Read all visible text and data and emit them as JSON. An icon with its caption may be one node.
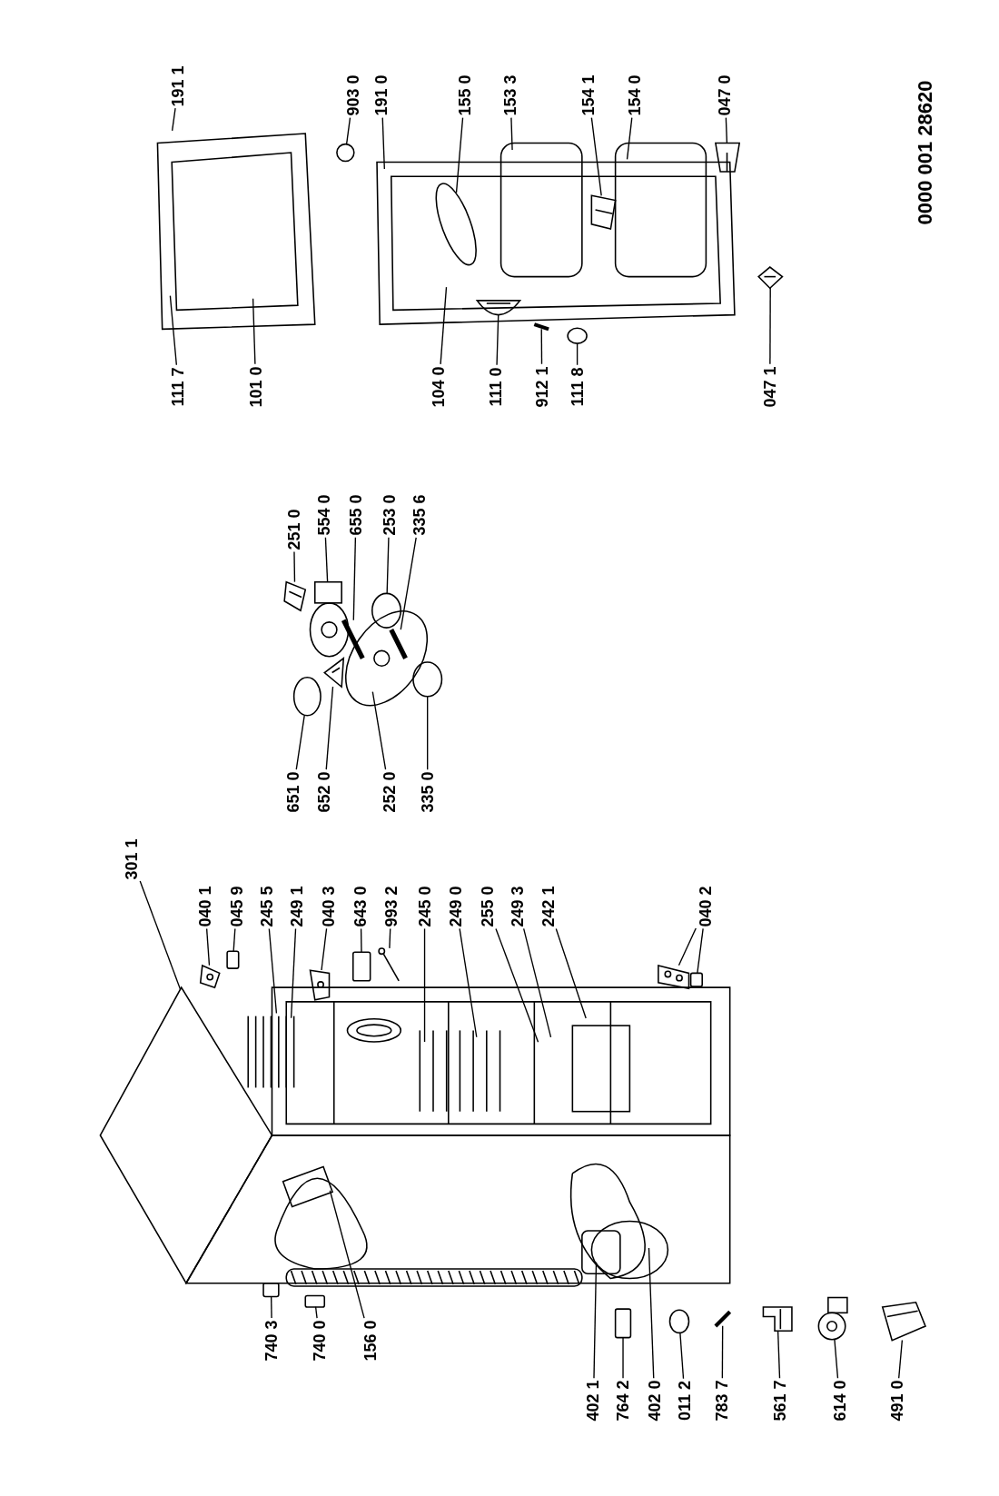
{
  "diagram": {
    "nodes": [
      {
        "text": [
          "301 1"
        ]
      },
      {
        "text": [
          "040 1"
        ]
      },
      {
        "text": [
          "045 9"
        ]
      },
      {
        "text": [
          "245 5"
        ]
      },
      {
        "text": [
          "249 1"
        ]
      },
      {
        "text": [
          "040 3"
        ]
      },
      {
        "text": [
          "643 0"
        ]
      },
      {
        "text": [
          "993 2"
        ]
      },
      {
        "text": [
          "245 0"
        ]
      },
      {
        "text": [
          "249 0"
        ]
      },
      {
        "text": [
          "255 0"
        ]
      },
      {
        "text": [
          "249 3"
        ]
      },
      {
        "text": [
          "242 1"
        ]
      },
      {
        "text": [
          "040 2"
        ]
      },
      {
        "text": [
          "740 3"
        ]
      },
      {
        "text": [
          "740 0"
        ]
      },
      {
        "text": [
          "156 0"
        ]
      },
      {
        "text": [
          "402 1"
        ]
      },
      {
        "text": [
          "764 2"
        ]
      },
      {
        "text": [
          "402 0"
        ]
      },
      {
        "text": [
          "011 2"
        ]
      },
      {
        "text": [
          "783 7"
        ]
      },
      {
        "text": [
          "561 7"
        ]
      },
      {
        "text": [
          "614 0"
        ]
      },
      {
        "text": [
          "491 0"
        ]
      },
      {
        "text": [
          "651 0"
        ]
      },
      {
        "text": [
          "652 0"
        ]
      },
      {
        "text": [
          "252 0"
        ]
      },
      {
        "text": [
          "335 0"
        ]
      },
      {
        "text": [
          "251 0"
        ]
      },
      {
        "text": [
          "554 0"
        ]
      },
      {
        "text": [
          "655 0"
        ]
      },
      {
        "text": [
          "253 0"
        ]
      },
      {
        "text": [
          "335 6"
        ]
      },
      {
        "text": [
          "191 1"
        ]
      },
      {
        "text": [
          "903 0"
        ]
      },
      {
        "text": [
          "191 0"
        ]
      },
      {
        "text": [
          "155 0"
        ]
      },
      {
        "text": [
          "153 3"
        ]
      },
      {
        "text": [
          "154 1"
        ]
      },
      {
        "text": [
          "154 0"
        ]
      },
      {
        "text": [
          "047 0"
        ]
      },
      {
        "text": [
          "111 7"
        ]
      },
      {
        "text": [
          "101 0"
        ]
      },
      {
        "text": [
          "104 0"
        ]
      },
      {
        "text": [
          "111 0"
        ]
      },
      {
        "text": [
          "912 1"
        ]
      },
      {
        "text": [
          "111 8"
        ]
      },
      {
        "text": [
          "047 1"
        ]
      },
      {
        "text": [],
        "shape": "picture"
      },
      {
        "text": [],
        "shape": "box"
      },
      {
        "text": [],
        "shape": "picture"
      },
      {
        "text": [],
        "shape": "box"
      },
      {
        "text": [],
        "shape": "picture"
      },
      {
        "text": [],
        "shape": "picture"
      },
      {
        "text": [],
        "shape": "box"
      },
      {
        "text": [],
        "shape": "box"
      },
      {
        "text": [],
        "shape": "box"
      },
      {
        "text": [],
        "shape": "box"
      },
      {
        "text": [],
        "shape": "circle"
      },
      {
        "text": [],
        "shape": "picture"
      },
      {
        "text": [],
        "shape": "picture"
      },
      {
        "text": [],
        "shape": "picture"
      },
      {
        "text": [],
        "shape": "picture"
      },
      {
        "text": [],
        "shape": "circle"
      },
      {
        "text": [],
        "shape": "picture"
      },
      {
        "text": [],
        "shape": "circle"
      },
      {
        "text": [],
        "shape": "picture"
      },
      {
        "text": [],
        "shape": "picture"
      },
      {
        "text": [],
        "shape": "picture"
      },
      {
        "text": [],
        "shape": "circle"
      },
      {
        "text": [],
        "shape": "picture"
      },
      {
        "text": [],
        "shape": "circle"
      },
      {
        "text": [],
        "shape": "picture"
      },
      {
        "text": [],
        "shape": "picture"
      },
      {
        "text": [],
        "shape": "picture"
      },
      {
        "text": [],
        "shape": "picture"
      },
      {
        "text": [],
        "shape": "circle"
      },
      {
        "text": [],
        "shape": "picture"
      }
    ],
    "edges": [
      {
        "from": 0,
        "to": null,
        "arrow": "none"
      },
      {
        "from": 1,
        "to": 49,
        "arrow": "none"
      },
      {
        "from": 2,
        "to": 50,
        "arrow": "none"
      },
      {
        "from": 3,
        "to": null,
        "arrow": "none"
      },
      {
        "from": 4,
        "to": null,
        "arrow": "none"
      },
      {
        "from": 5,
        "to": 51,
        "arrow": "none"
      },
      {
        "from": 6,
        "to": 52,
        "arrow": "none"
      },
      {
        "from": 7,
        "to": 53,
        "arrow": "none"
      },
      {
        "from": 8,
        "to": null,
        "arrow": "none"
      },
      {
        "from": 9,
        "to": null,
        "arrow": "none"
      },
      {
        "from": 10,
        "to": null,
        "arrow": "none"
      },
      {
        "from": 11,
        "to": null,
        "arrow": "none"
      },
      {
        "from": 12,
        "to": null,
        "arrow": "none"
      },
      {
        "from": 13,
        "to": 54,
        "arrow": "none"
      },
      {
        "from": 13,
        "to": 55,
        "arrow": "none"
      },
      {
        "from": 14,
        "to": 56,
        "arrow": "none"
      },
      {
        "from": 15,
        "to": 57,
        "arrow": "none"
      },
      {
        "from": 16,
        "to": null,
        "arrow": "none"
      },
      {
        "from": 17,
        "to": null,
        "arrow": "none"
      },
      {
        "from": 18,
        "to": 58,
        "arrow": "none"
      },
      {
        "from": 19,
        "to": null,
        "arrow": "none"
      },
      {
        "from": 20,
        "to": 59,
        "arrow": "none"
      },
      {
        "from": 21,
        "to": 60,
        "arrow": "none"
      },
      {
        "from": 22,
        "to": 61,
        "arrow": "none"
      },
      {
        "from": 23,
        "to": 62,
        "arrow": "none"
      },
      {
        "from": 24,
        "to": 63,
        "arrow": "none"
      },
      {
        "from": 25,
        "to": 64,
        "arrow": "none"
      },
      {
        "from": 26,
        "to": 65,
        "arrow": "none"
      },
      {
        "from": 27,
        "to": null,
        "arrow": "none"
      },
      {
        "from": 28,
        "to": 66,
        "arrow": "none"
      },
      {
        "from": 29,
        "to": 67,
        "arrow": "none"
      },
      {
        "from": 30,
        "to": 68,
        "arrow": "none"
      },
      {
        "from": 31,
        "to": 69,
        "arrow": "none"
      },
      {
        "from": 32,
        "to": 70,
        "arrow": "none"
      },
      {
        "from": 33,
        "to": 71,
        "arrow": "none"
      },
      {
        "from": 34,
        "to": null,
        "arrow": "none"
      },
      {
        "from": 35,
        "to": 72,
        "arrow": "none"
      },
      {
        "from": 36,
        "to": null,
        "arrow": "none"
      },
      {
        "from": 37,
        "to": null,
        "arrow": "none"
      },
      {
        "from": 38,
        "to": null,
        "arrow": "none"
      },
      {
        "from": 39,
        "to": 73,
        "arrow": "none"
      },
      {
        "from": 40,
        "to": null,
        "arrow": "none"
      },
      {
        "from": 41,
        "to": 74,
        "arrow": "none"
      },
      {
        "from": 42,
        "to": null,
        "arrow": "none"
      },
      {
        "from": 43,
        "to": null,
        "arrow": "none"
      },
      {
        "from": 44,
        "to": null,
        "arrow": "none"
      },
      {
        "from": 45,
        "to": 75,
        "arrow": "none"
      },
      {
        "from": 46,
        "to": 76,
        "arrow": "none"
      },
      {
        "from": 47,
        "to": 77,
        "arrow": "none"
      },
      {
        "from": 48,
        "to": 78,
        "arrow": "none"
      }
    ],
    "labels": [
      "0000 001 28620"
    ]
  }
}
